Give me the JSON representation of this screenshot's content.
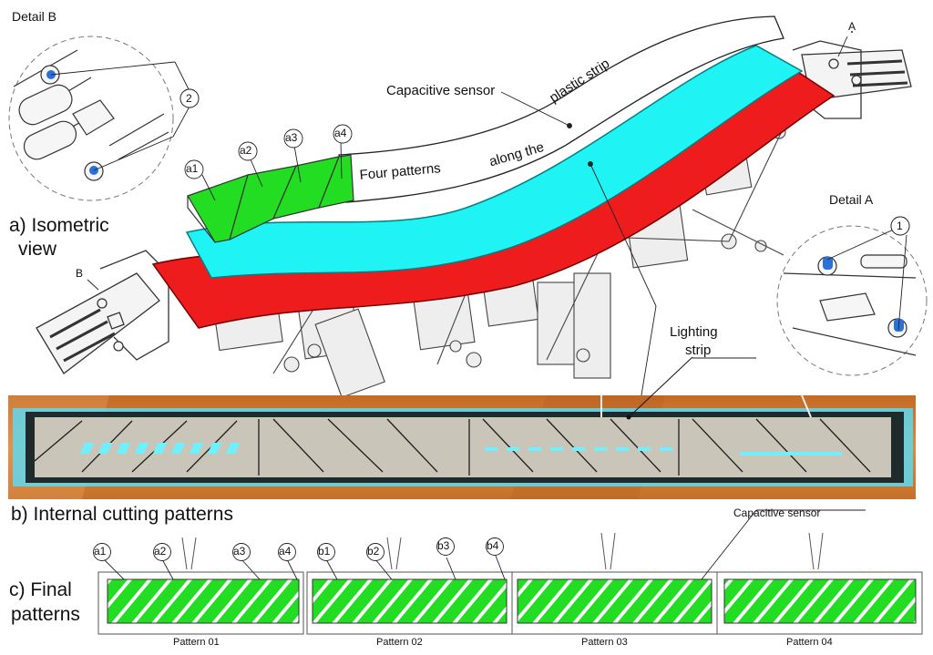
{
  "labels": {
    "detail_b": "Detail B",
    "detail_a": "Detail A",
    "isometric_line1": "a) Isometric",
    "isometric_line2": "view",
    "capacitive_sensor_top": "Capacitive sensor",
    "plastic_strip": "plastic strip",
    "four_patterns": "Four patterns",
    "along_the": "along the",
    "lighting_line1": "Lighting",
    "lighting_line2": "strip",
    "internal_cutting": "b) Internal cutting patterns",
    "capacitive_sensor_bottom": "Capacitive sensor",
    "final_line1": "c) Final",
    "final_line2": "patterns",
    "marker_a": "A",
    "marker_b": "B",
    "marker_1": "1",
    "marker_2": "2"
  },
  "top_pattern_labels": [
    "a1",
    "a2",
    "a3",
    "a4"
  ],
  "bottom_pattern_labels": [
    "a1",
    "a2",
    "a3",
    "a4",
    "b1",
    "b2",
    "b3",
    "b4"
  ],
  "pattern_names": [
    "Pattern 01",
    "Pattern 02",
    "Pattern 03",
    "Pattern 04"
  ],
  "colors": {
    "sensor_green": "#22dd22",
    "strip_cyan": "#1ff3f3",
    "strip_red": "#ee1c1c",
    "pin_blue": "#2a72d8",
    "panel_orange": "#d2782e",
    "panel_glow": "#5fd8ef"
  }
}
